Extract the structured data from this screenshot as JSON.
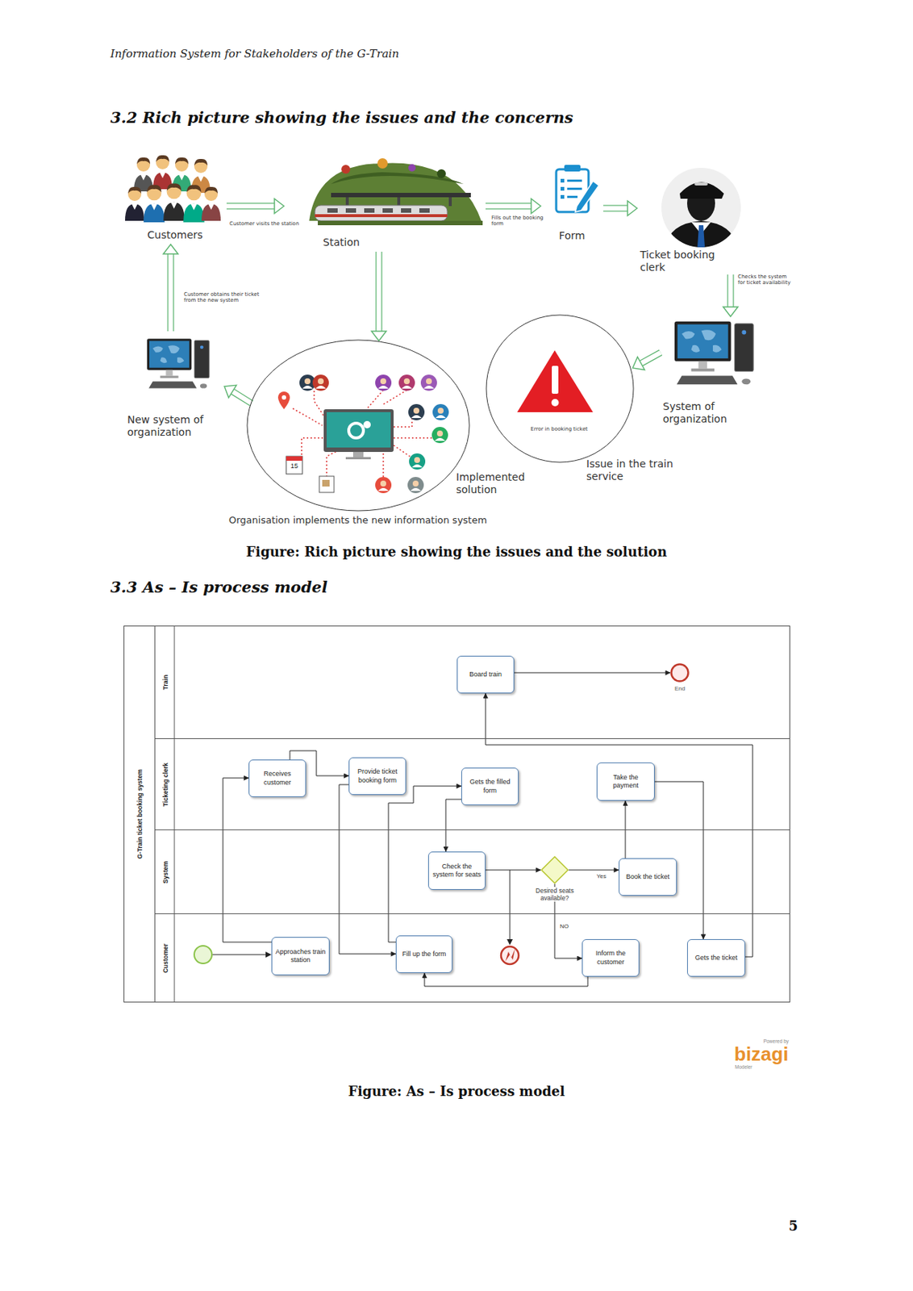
{
  "diagram": {
    "nodes": [
      {
        "text": [
          "Customers"
        ]
      },
      {
        "text": [
          "Station"
        ]
      },
      {
        "text": [
          "Form"
        ]
      },
      {
        "text": [
          "Ticket booking clerk"
        ]
      },
      {
        "text": [
          "System of organization"
        ]
      },
      {
        "text": [
          "Error in booking ticket",
          "Issue in the train service"
        ]
      },
      {
        "text": [
          "Implemented solution",
          "Organisation implements the new information system"
        ]
      },
      {
        "text": [
          "New system of organization"
        ]
      },
      {
        "text": [
          "G-Train ticket booking system"
        ]
      },
      {
        "text": [
          "Train"
        ],
        "in": 8
      },
      {
        "text": [
          "Board train"
        ],
        "in": 9
      },
      {
        "text": [
          "End"
        ],
        "in": 9
      },
      {
        "text": [
          "Ticketing clerk"
        ],
        "in": 8
      },
      {
        "text": [
          "Receives customer"
        ],
        "in": 12
      },
      {
        "text": [
          "Provide ticket booking form"
        ],
        "in": 12
      },
      {
        "text": [
          "Gets the filled form"
        ],
        "in": 12
      },
      {
        "text": [
          "Take the payment"
        ],
        "in": 12
      },
      {
        "text": [
          "System"
        ],
        "in": 8
      },
      {
        "text": [
          "Check the system for seats"
        ],
        "in": 17
      },
      {
        "text": [
          "Desired seats available?"
        ],
        "in": 17
      },
      {
        "text": [
          "Book the ticket"
        ],
        "in": 17
      },
      {
        "text": [
          "Customer"
        ],
        "in": 8
      },
      {
        "text": [
          "Approaches train station"
        ],
        "in": 21
      },
      {
        "text": [
          "Fill up the form"
        ],
        "in": 21
      },
      {
        "text": [
          "Inform the customer"
        ],
        "in": 21
      },
      {
        "text": [
          "Gets the ticket"
        ],
        "in": 21
      }
    ],
    "edges": [
      {
        "from": 0,
        "to": 1,
        "arrow": "to",
        "label": "Customer visits the station"
      },
      {
        "from": 1,
        "to": 2,
        "arrow": "to",
        "label": "Fills out the booking form"
      },
      {
        "from": 2,
        "to": 3,
        "arrow": "to"
      },
      {
        "from": 3,
        "to": 4,
        "arrow": "to",
        "label": "Checks the system for ticket availability"
      },
      {
        "from": 4,
        "to": 5,
        "arrow": "to"
      },
      {
        "from": 1,
        "to": 6,
        "arrow": "to"
      },
      {
        "from": 6,
        "to": 7,
        "arrow": "to"
      },
      {
        "from": 7,
        "to": 0,
        "arrow": "to",
        "label": "Customer obtains their ticket from the new system"
      },
      {
        "from": 22,
        "to": 13,
        "arrow": "to"
      },
      {
        "from": 13,
        "to": 14,
        "arrow": "to"
      },
      {
        "from": 14,
        "to": 23,
        "arrow": "to"
      },
      {
        "from": 23,
        "to": 15,
        "arrow": "to"
      },
      {
        "from": 15,
        "to": 18,
        "arrow": "to"
      },
      {
        "from": 18,
        "to": 19,
        "arrow": "to"
      },
      {
        "from": 19,
        "to": 20,
        "arrow": "to",
        "label": "Yes"
      },
      {
        "from": 19,
        "to": 24,
        "arrow": "to",
        "label": "NO"
      },
      {
        "from": 24,
        "to": 23,
        "arrow": "to"
      },
      {
        "from": 20,
        "to": 16,
        "arrow": "to"
      },
      {
        "from": 16,
        "to": 25,
        "arrow": "to"
      },
      {
        "from": 25,
        "to": 10,
        "arrow": "to"
      },
      {
        "from": 10,
        "to": 11,
        "arrow": "to"
      }
    ],
    "labels": [
      "Information System for Stakeholders of the G-Train",
      "3.2 Rich picture showing the issues and the concerns",
      "Figure: Rich picture showing the issues and the solution",
      "3.3 As – Is process model",
      "Figure: As – Is process model",
      "5",
      "Powered by",
      "bizagi",
      "Modeler",
      "15"
    ]
  }
}
